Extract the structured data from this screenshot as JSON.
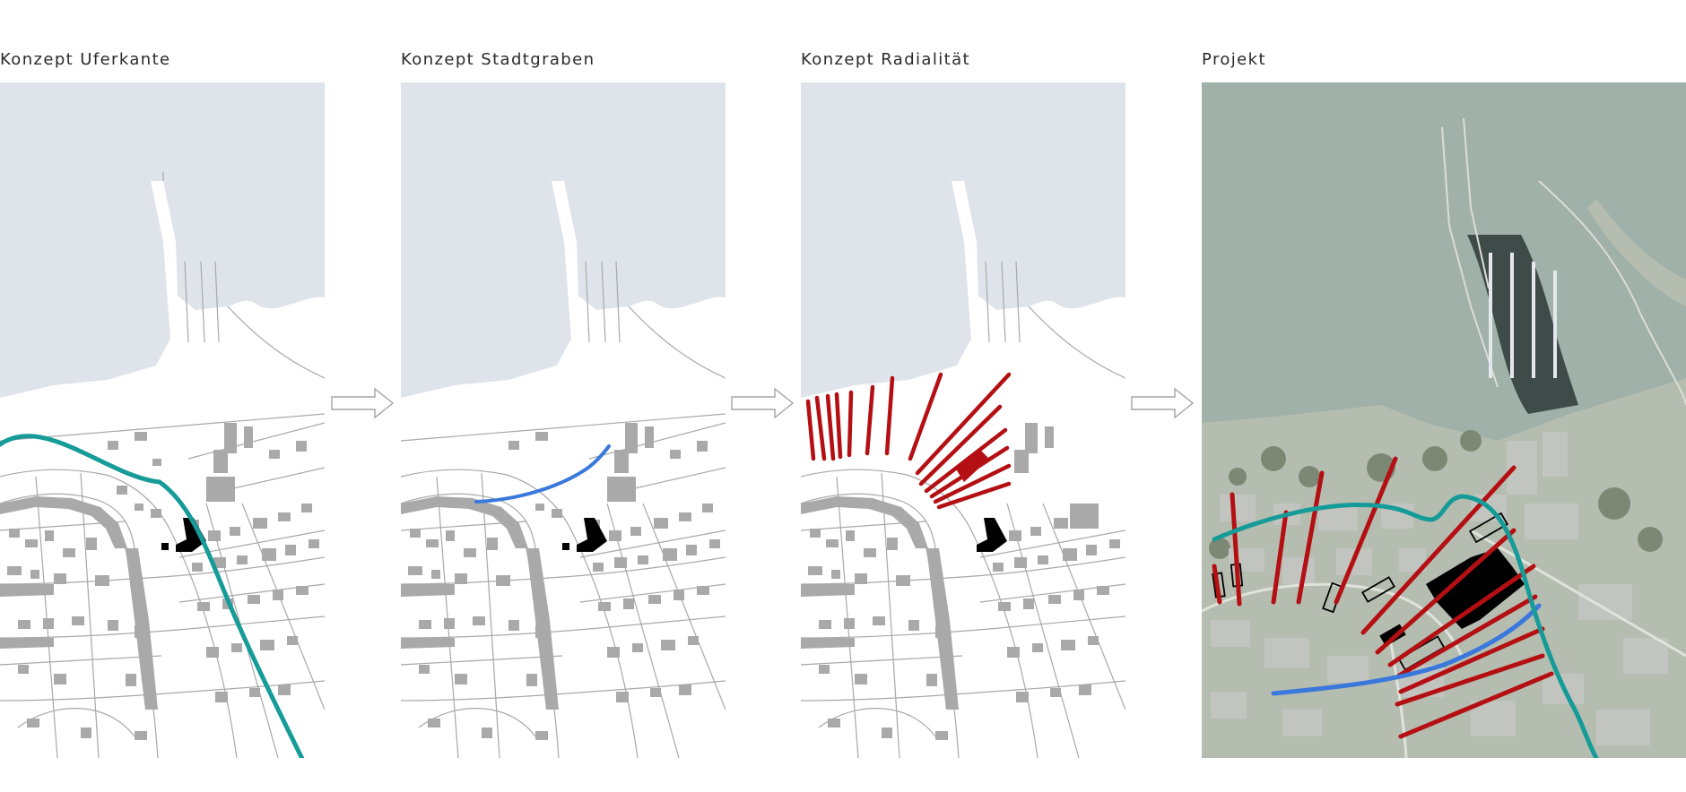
{
  "panels": [
    {
      "title": "Konzept Uferkante",
      "base": "plan",
      "overlay": "waterfront-line"
    },
    {
      "title": "Konzept Stadtgraben",
      "base": "plan",
      "overlay": "moat-line"
    },
    {
      "title": "Konzept Radialität",
      "base": "plan",
      "overlay": "radial-lines"
    },
    {
      "title": "Projekt",
      "base": "aerial",
      "overlay": "combined"
    }
  ],
  "colors": {
    "lake": "#dfe4ea",
    "land": "#ffffff",
    "buildings": "#a9a9a9",
    "key_building": "#000000",
    "teal": "#159b98",
    "blue": "#3a78dc",
    "red": "#b40f12",
    "aerial_water": "#9fb1a8",
    "aerial_land": "#b5bdb0"
  }
}
